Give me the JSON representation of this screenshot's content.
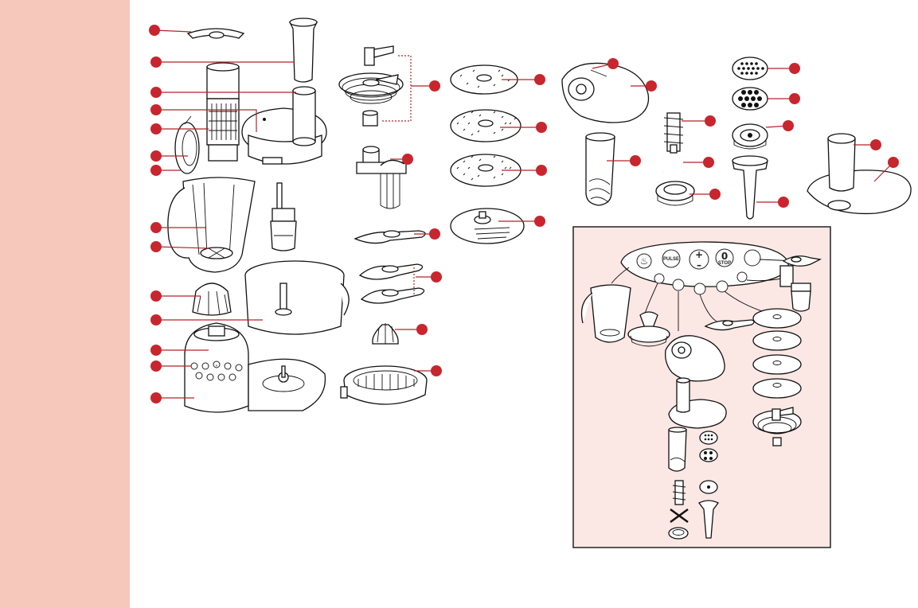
{
  "colors": {
    "sidebar": "#f5c8bb",
    "callout_dot": "#c8262e",
    "leader_line": "#b3232a",
    "inset_panel_bg": "#fbe7e3",
    "inset_border": "#222222",
    "line_art": "#111111"
  },
  "control_panel": {
    "pulse_label": "PULSE",
    "plus_symbol": "+",
    "minus_symbol": "–",
    "zero_label": "0",
    "stop_label": "STOP"
  },
  "base_buttons": {
    "plus_symbol": "+",
    "minus_symbol": "–"
  }
}
